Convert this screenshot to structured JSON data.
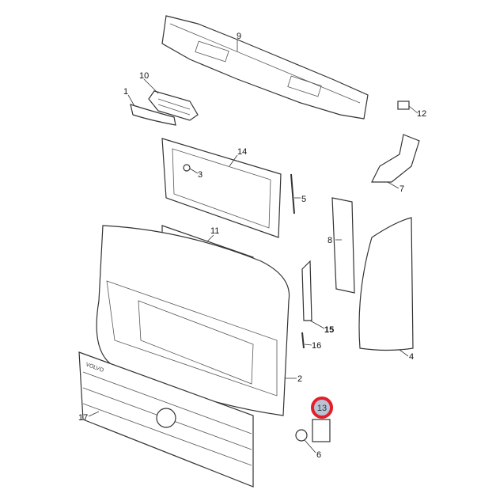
{
  "diagram": {
    "callouts": {
      "c1": "1",
      "c2": "2",
      "c3": "3",
      "c4": "4",
      "c5": "5",
      "c6": "6",
      "c7": "7",
      "c8": "8",
      "c9": "9",
      "c10": "10",
      "c11": "11",
      "c12": "12",
      "c13": "13",
      "c14": "14",
      "c15": "15",
      "c16": "16",
      "c17": "17"
    },
    "highlighted_callout": "13",
    "grille_logo": "VOLVO",
    "colors": {
      "highlight_ring": "#e3202a",
      "highlight_fill": "#b8c4d6"
    }
  }
}
